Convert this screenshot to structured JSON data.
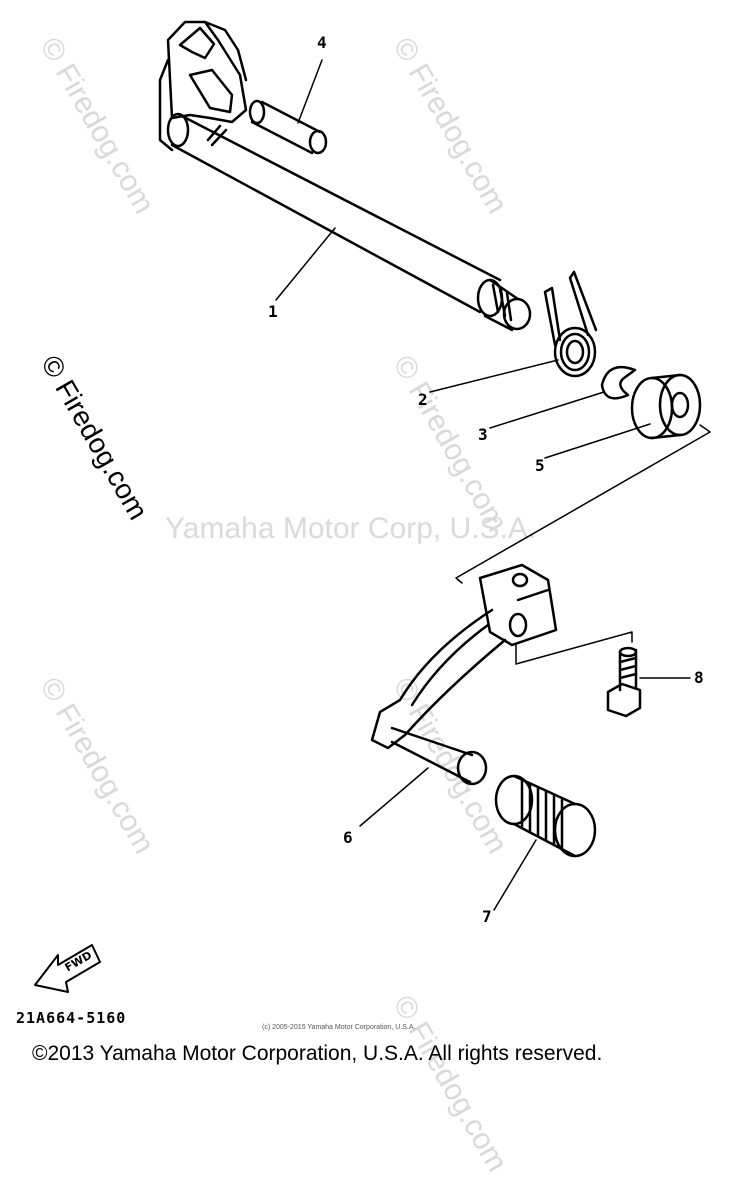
{
  "watermarks": {
    "firedog": "© Firedog.com",
    "corp": "Yamaha Motor Corp, U.S.A."
  },
  "callouts": {
    "c1": "1",
    "c2": "2",
    "c3": "3",
    "c4": "4",
    "c5": "5",
    "c6": "6",
    "c7": "7",
    "c8": "8"
  },
  "fwd_label": "FWD",
  "part_code": "21A664-5160",
  "tiny_copyright": "(c) 2005-2015 Yamaha Motor Corporation, U.S.A.",
  "footer_copyright": "©2013 Yamaha Motor Corporation, U.S.A. All rights reserved."
}
